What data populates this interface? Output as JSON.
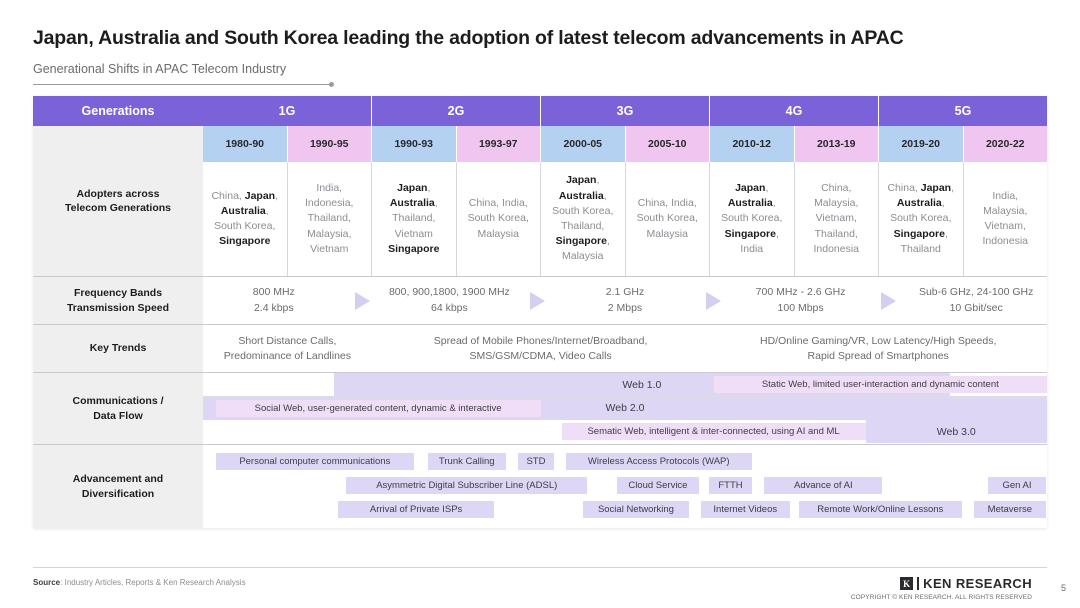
{
  "header": {
    "title": "Japan, Australia and South Korea leading the adoption of latest telecom advancements in APAC",
    "subtitle": "Generational Shifts in APAC Telecom Industry"
  },
  "table": {
    "corner_label": "Generations",
    "generations": [
      "1G",
      "2G",
      "3G",
      "4G",
      "5G"
    ],
    "periods": [
      {
        "label": "1980-90",
        "tone": "blue"
      },
      {
        "label": "1990-95",
        "tone": "pink"
      },
      {
        "label": "1990-93",
        "tone": "blue"
      },
      {
        "label": "1993-97",
        "tone": "pink"
      },
      {
        "label": "2000-05",
        "tone": "blue"
      },
      {
        "label": "2005-10",
        "tone": "pink"
      },
      {
        "label": "2010-12",
        "tone": "blue"
      },
      {
        "label": "2013-19",
        "tone": "pink"
      },
      {
        "label": "2019-20",
        "tone": "blue"
      },
      {
        "label": "2020-22",
        "tone": "pink"
      }
    ],
    "rows": {
      "adopters": {
        "label": "Adopters across\nTelecom Generations",
        "cells": [
          "China, <b>Japan</b>,<br><b>Australia</b>,<br>South Korea,<br><b>Singapore</b>",
          "India,<br>Indonesia,<br>Thailand,<br>Malaysia,<br>Vietnam",
          "<b>Japan</b>,<br><b>Australia</b>,<br>Thailand,<br>Vietnam<br><b>Singapore</b>",
          "China, India,<br>South Korea,<br>Malaysia",
          "<b>Japan</b>,<br><b>Australia</b>,<br>South Korea,<br>Thailand,<br><b>Singapore</b>,<br>Malaysia",
          "China, India,<br>South Korea,<br>Malaysia",
          "<b>Japan</b>,<br><b>Australia</b>,<br>South Korea,<br><b>Singapore</b>,<br>India",
          "China,<br>Malaysia,<br>Vietnam,<br>Thailand,<br>Indonesia",
          "China, <b>Japan</b>,<br><b>Australia</b>,<br>South Korea,<br><b>Singapore</b>,<br>Thailand",
          "India,<br>Malaysia,<br>Vietnam,<br>Indonesia"
        ]
      },
      "frequency": {
        "label": "Frequency Bands\nTransmission Speed",
        "groups": [
          {
            "band": "800 MHz",
            "speed": "2.4 kbps"
          },
          {
            "band": "800, 900,1800, 1900 MHz",
            "speed": "64 kbps"
          },
          {
            "band": "2.1 GHz",
            "speed": "2 Mbps"
          },
          {
            "band": "700 MHz - 2.6 GHz",
            "speed": "100 Mbps"
          },
          {
            "band": "Sub-6 GHz, 24-100 GHz",
            "speed": "10 Gbit/sec"
          }
        ]
      },
      "key_trends": {
        "label": "Key Trends",
        "cells": [
          "Short Distance Calls,<br>Predominance of Landlines",
          "Spread of Mobile Phones/Internet/Broadband,<br>SMS/GSM/CDMA, Video Calls",
          "HD/Online Gaming/VR, Low Latency/High Speeds,<br>Rapid Spread of Smartphones"
        ]
      },
      "communications": {
        "label": "Communications /\nData Flow",
        "lines": [
          {
            "band": {
              "label": "Web 1.0",
              "left_pct": 15.5,
              "width_pct": 73.0
            },
            "tag": {
              "label": "Static Web, limited user-interaction and dynamic content",
              "left_pct": 60.5,
              "width_pct": 39.5
            }
          },
          {
            "band": {
              "label": "Web 2.0",
              "left_pct": 0,
              "width_pct": 100
            },
            "tag": {
              "label": "Social Web, user-generated content, dynamic & interactive",
              "left_pct": 1.5,
              "width_pct": 38.5
            }
          },
          {
            "band": {
              "label": "Web 3.0",
              "left_pct": 78.5,
              "width_pct": 21.5
            },
            "tag": {
              "label": "Sematic Web, intelligent & inter-connected, using AI and ML",
              "left_pct": 42.5,
              "width_pct": 36.0
            }
          }
        ]
      },
      "advancement": {
        "label": "Advancement and\nDiversification",
        "lines": [
          [
            {
              "label": "Personal computer communications",
              "left_pct": 1.5,
              "width_pct": 23.5
            },
            {
              "label": "Trunk Calling",
              "left_pct": 26.6,
              "width_pct": 9.3
            },
            {
              "label": "STD",
              "left_pct": 37.3,
              "width_pct": 4.3
            },
            {
              "label": "Wireless Access Protocols (WAP)",
              "left_pct": 43.0,
              "width_pct": 22.0
            }
          ],
          [
            {
              "label": "Asymmetric Digital Subscriber Line (ADSL)",
              "left_pct": 17.0,
              "width_pct": 28.5
            },
            {
              "label": "Cloud Service",
              "left_pct": 49.0,
              "width_pct": 9.8
            },
            {
              "label": "FTTH",
              "left_pct": 60.0,
              "width_pct": 5.0
            },
            {
              "label": "Advance of AI",
              "left_pct": 66.5,
              "width_pct": 14.0
            },
            {
              "label": "Gen AI",
              "left_pct": 93.0,
              "width_pct": 6.9
            }
          ],
          [
            {
              "label": "Arrival of Private ISPs",
              "left_pct": 16.0,
              "width_pct": 18.5
            },
            {
              "label": "Social Networking",
              "left_pct": 45.0,
              "width_pct": 12.6
            },
            {
              "label": "Internet Videos",
              "left_pct": 59.0,
              "width_pct": 10.5
            },
            {
              "label": "Remote Work/Online Lessons",
              "left_pct": 70.6,
              "width_pct": 19.3
            },
            {
              "label": "Metaverse",
              "left_pct": 91.3,
              "width_pct": 8.6
            }
          ]
        ]
      }
    }
  },
  "footer": {
    "source_label": "Source",
    "source_sep": ":",
    "source_text": "Industry Articles, Reports & Ken Research Analysis",
    "brand_mark": "K",
    "brand_name": "KEN RESEARCH",
    "copyright": "COPYRIGHT © KEN RESEARCH. ALL RIGHTS RESERVED",
    "page_number": "5"
  },
  "colors": {
    "purple_header": "#7b62d9",
    "period_blue": "#b4d1f2",
    "period_pink": "#f0c5ef",
    "band_lavender": "#ddd6f5",
    "tag_pink": "#f0ddf8",
    "row_label_bg": "#efefef"
  }
}
